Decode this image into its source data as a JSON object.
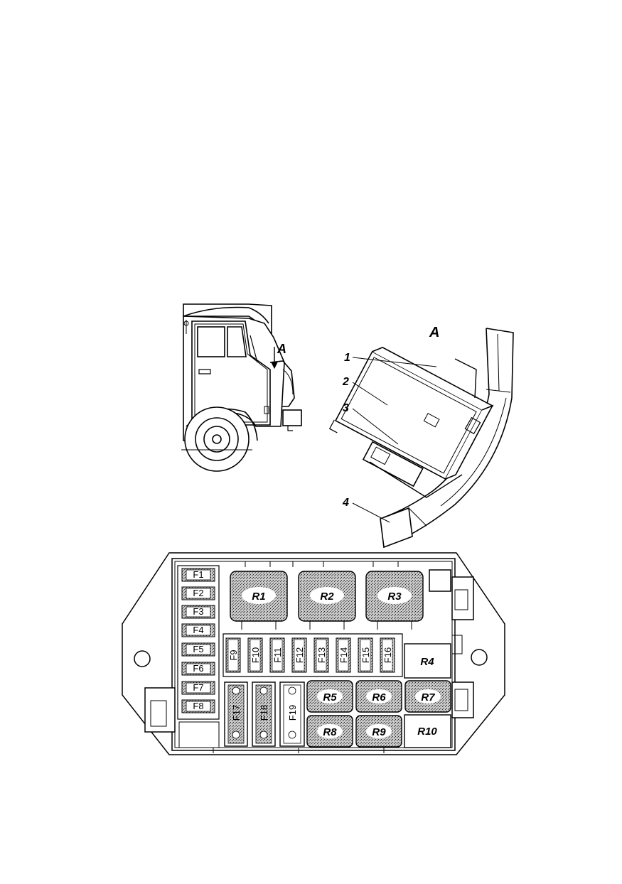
{
  "truck_view": {
    "callout": "A"
  },
  "detail_view": {
    "title": "A",
    "callouts": [
      "1",
      "2",
      "3",
      "4"
    ]
  },
  "fuse_box": {
    "left_fuses": [
      "F1",
      "F2",
      "F3",
      "F4",
      "F5",
      "F6",
      "F7",
      "F8"
    ],
    "mid_fuses": [
      "F9",
      "F10",
      "F11",
      "F12",
      "F13",
      "F14",
      "F15",
      "F16"
    ],
    "bottom_fuses": [
      "F17",
      "F18",
      "F19"
    ],
    "top_relays": [
      "R1",
      "R2",
      "R3"
    ],
    "plain_relays": [
      "R4",
      "R10"
    ],
    "mid_relays": [
      "R5",
      "R6",
      "R7"
    ],
    "low_relays": [
      "R8",
      "R9"
    ]
  },
  "colors": {
    "line": "#000000",
    "paper": "#ffffff",
    "stipple": "#9a9a9a"
  }
}
